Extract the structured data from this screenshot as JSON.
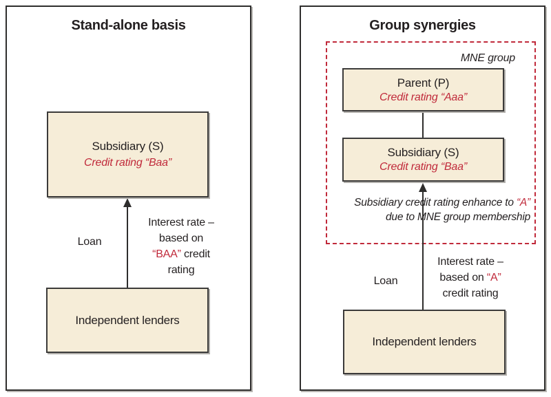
{
  "colors": {
    "accent_red": "#c0293a",
    "box_fill": "#f6edd8",
    "line_dark": "#2e2d2c"
  },
  "left_panel": {
    "title": "Stand-alone basis",
    "subsidiary_box": {
      "name": "Subsidiary (S)",
      "rating": "Credit rating “Baa”"
    },
    "loan_label": "Loan",
    "interest": {
      "line1": "Interest rate –",
      "line2": "based on",
      "line3_red": "“BAA”",
      "line3_rest": " credit",
      "line4": "rating"
    },
    "lenders_box": {
      "name": "Independent lenders"
    }
  },
  "right_panel": {
    "title": "Group synergies",
    "mne_label": "MNE group",
    "parent_box": {
      "name": "Parent (P)",
      "rating": "Credit rating “Aaa”"
    },
    "subsidiary_box": {
      "name": "Subsidiary (S)",
      "rating": "Credit rating “Baa”"
    },
    "annotation": {
      "line1_pre": "Subsidiary credit rating enhance to ",
      "line1_red": "“A”",
      "line2": "due to MNE group membership"
    },
    "loan_label": "Loan",
    "interest": {
      "line1": "Interest rate –",
      "line2_pre": "based on ",
      "line2_red": "“A”",
      "line3": "credit rating"
    },
    "lenders_box": {
      "name": "Independent lenders"
    }
  }
}
